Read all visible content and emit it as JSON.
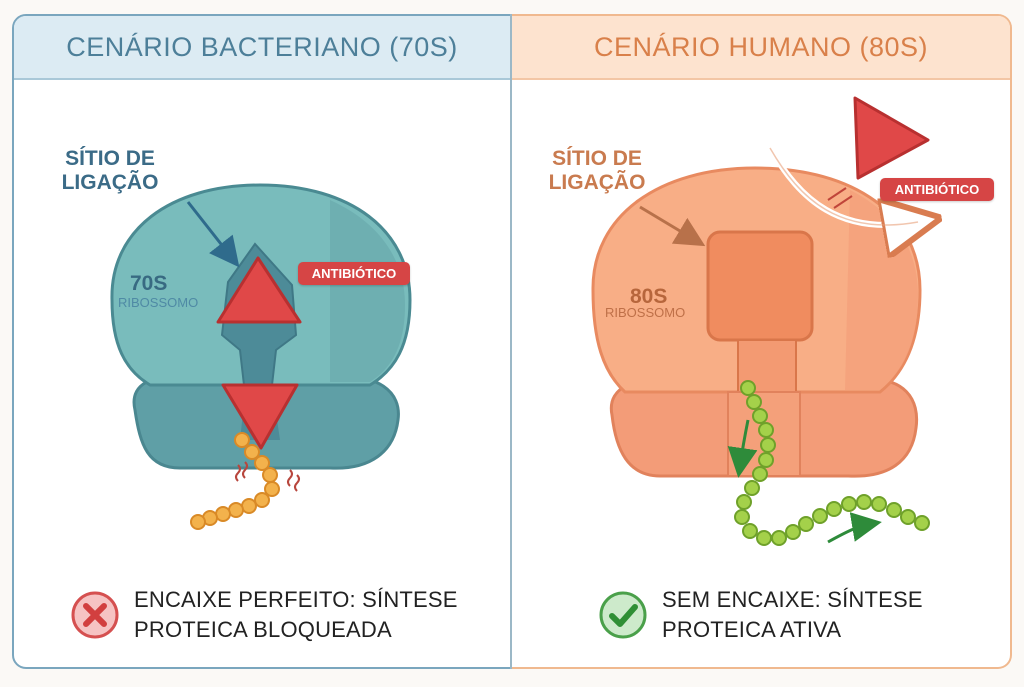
{
  "left_panel": {
    "title": "CENÁRIO BACTERIANO (70S)",
    "site_label_line1": "SÍTIO DE",
    "site_label_line2": "LIGAÇÃO",
    "ribosome_number": "70S",
    "ribosome_name": "RIBOSSOMO",
    "antibiotic_tag": "ANTIBIÓTICO",
    "result_line1": "ENCAIXE PERFEITO: SÍNTESE",
    "result_line2": "PROTEICA BLOQUEADA",
    "result_icon": "x-icon"
  },
  "right_panel": {
    "title": "CENÁRIO HUMANO (80S)",
    "site_label_line1": "SÍTIO DE",
    "site_label_line2": "LIGAÇÃO",
    "ribosome_number": "80S",
    "ribosome_name": "RIBOSSOMO",
    "antibiotic_tag": "ANTIBIÓTICO",
    "result_line1": "SEM ENCAIXE: SÍNTESE",
    "result_line2": "PROTEICA ATIVA",
    "result_icon": "check-icon"
  },
  "colors": {
    "bacterial": "#6fb3b3",
    "human": "#f4a37b",
    "antibiotic": "#e04848",
    "peptide_blocked": "#f2a640",
    "peptide_active": "#9ccc3c"
  }
}
